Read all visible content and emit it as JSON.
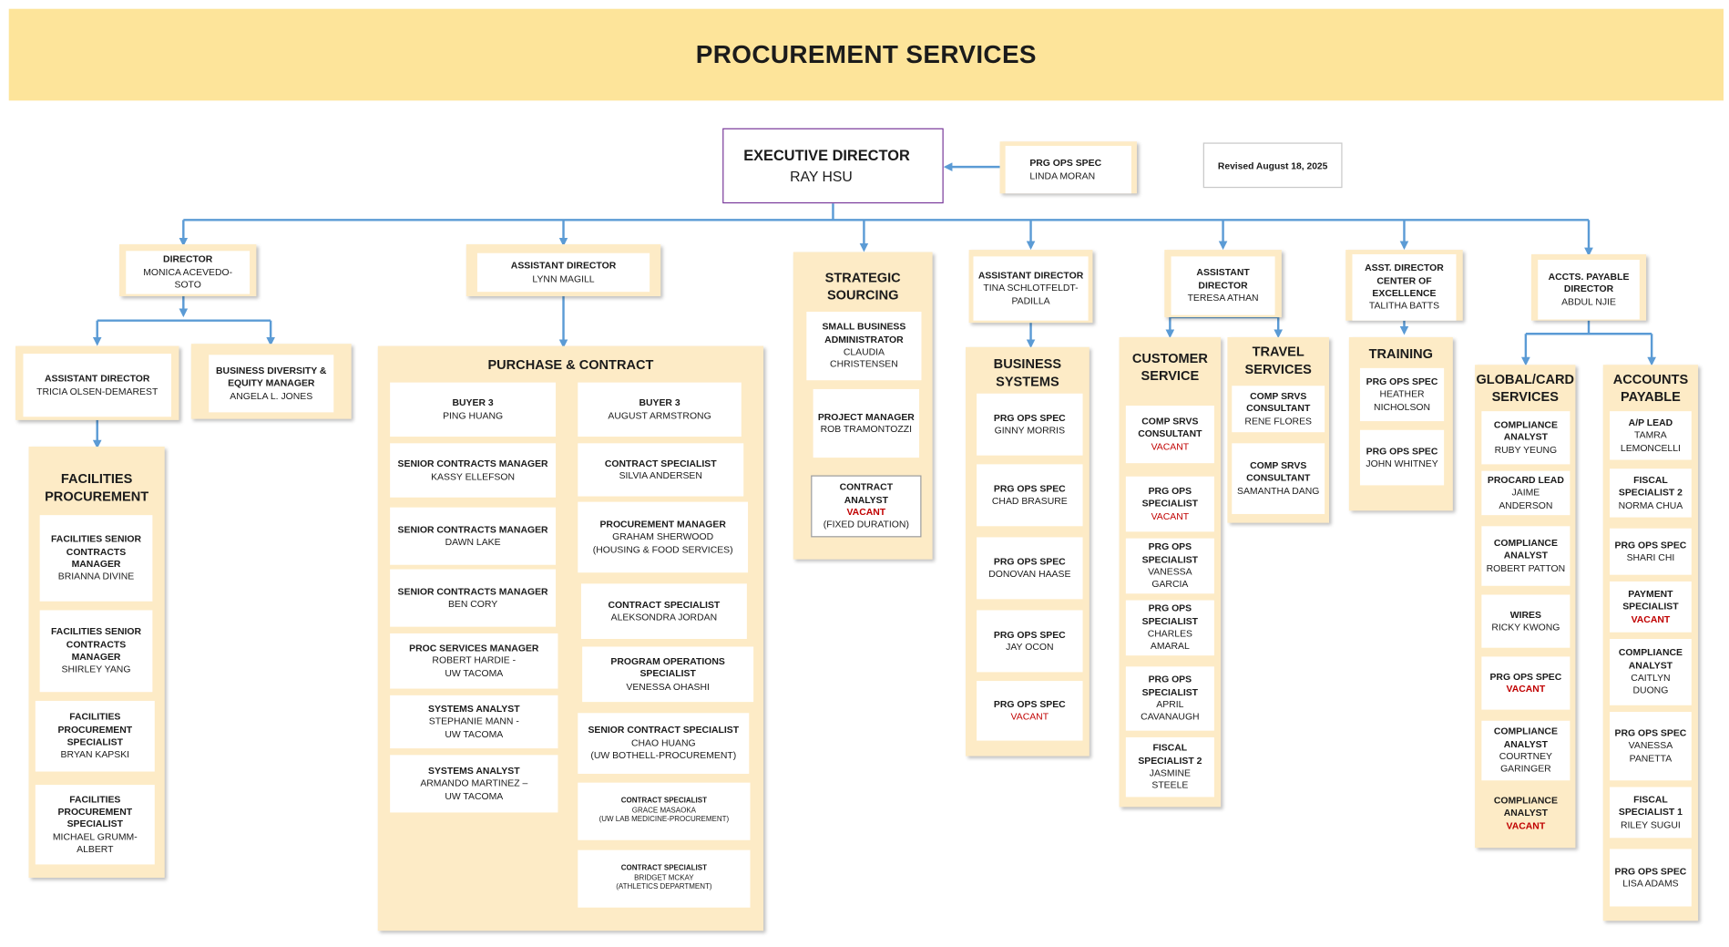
{
  "title": "PROCUREMENT SERVICES",
  "revised": "Revised August 18, 2025",
  "executive": {
    "title": "EXECUTIVE DIRECTOR",
    "name": "RAY HSU"
  },
  "exec_support": {
    "title": "PRG OPS SPEC",
    "name": "LINDA MORAN"
  },
  "colors": {
    "banner": "#fde49a",
    "panel": "#fdebc6",
    "connector": "#5b9bd5",
    "exec_border": "#7a3b9b",
    "vacant": "#c00000"
  },
  "director": {
    "title": "DIRECTOR",
    "name": "MONICA ACEVEDO-SOTO"
  },
  "director_reports": [
    {
      "title": "ASSISTANT DIRECTOR",
      "name": "TRICIA OLSEN-DEMAREST"
    },
    {
      "title": "BUSINESS DIVERSITY & EQUITY MANAGER",
      "name": "ANGELA L. JONES"
    }
  ],
  "facilities": {
    "title": "FACILITIES PROCUREMENT",
    "members": [
      {
        "title": "FACILITIES SENIOR CONTRACTS MANAGER",
        "name": "BRIANNA DIVINE"
      },
      {
        "title": "FACILITIES SENIOR CONTRACTS MANAGER",
        "name": "SHIRLEY YANG"
      },
      {
        "title": "FACILITIES PROCUREMENT SPECIALIST",
        "name": "BRYAN KAPSKI"
      },
      {
        "title": "FACILITIES PROCUREMENT SPECIALIST",
        "name": "MICHAEL GRUMM-ALBERT"
      }
    ]
  },
  "asst_dir_purchase": {
    "title": "ASSISTANT DIRECTOR",
    "name": "LYNN MAGILL"
  },
  "purchase": {
    "title": "PURCHASE & CONTRACT",
    "left": [
      {
        "title": "BUYER 3",
        "name": "PING HUANG"
      },
      {
        "title": "SENIOR CONTRACTS MANAGER",
        "name": "KASSY ELLEFSON"
      },
      {
        "title": "SENIOR CONTRACTS MANAGER",
        "name": "DAWN LAKE"
      },
      {
        "title": "SENIOR CONTRACTS MANAGER",
        "name": "BEN CORY"
      },
      {
        "title": "PROC SERVICES MANAGER",
        "name": "ROBERT HARDIE -",
        "name2": "UW TACOMA"
      },
      {
        "title": "SYSTEMS ANALYST",
        "name": "STEPHANIE MANN -",
        "name2": "UW TACOMA"
      },
      {
        "title": "SYSTEMS ANALYST",
        "name": "ARMANDO MARTINEZ –",
        "name2": "UW TACOMA"
      }
    ],
    "right": [
      {
        "title": "BUYER 3",
        "name": "AUGUST ARMSTRONG"
      },
      {
        "title": "CONTRACT SPECIALIST",
        "name": "SILVIA ANDERSEN"
      },
      {
        "title": "PROCUREMENT MANAGER",
        "name": "GRAHAM SHERWOOD",
        "name2": "(HOUSING & FOOD SERVICES)"
      },
      {
        "title": "CONTRACT SPECIALIST",
        "name": "ALEKSONDRA JORDAN"
      },
      {
        "title": "PROGRAM OPERATIONS SPECIALIST",
        "name": "VENESSA OHASHI"
      },
      {
        "title": "SENIOR CONTRACT SPECIALIST",
        "name": "CHAO HUANG",
        "name2": "(UW BOTHELL-PROCUREMENT)"
      },
      {
        "title": "CONTRACT SPECIALIST",
        "name": "GRACE MASAOKA",
        "name2": "(UW LAB MEDICINE-PROCUREMENT)"
      },
      {
        "title": "CONTRACT SPECIALIST",
        "name": "BRIDGET MCKAY",
        "name2": "(ATHLETICS DEPARTMENT)"
      }
    ]
  },
  "strategic": {
    "title": "STRATEGIC SOURCING",
    "members": [
      {
        "title": "SMALL BUSINESS ADMINISTRATOR",
        "name": "CLAUDIA CHRISTENSEN"
      },
      {
        "title": "PROJECT MANAGER",
        "name": "ROB TRAMONTOZZI"
      },
      {
        "title": "CONTRACT ANALYST",
        "vacant": "VACANT",
        "name2": "(FIXED DURATION)"
      }
    ]
  },
  "asst_dir_business": {
    "title": "ASSISTANT DIRECTOR",
    "name": "TINA SCHLOTFELDT-PADILLA"
  },
  "business": {
    "title": "BUSINESS SYSTEMS",
    "members": [
      {
        "title": "PRG OPS SPEC",
        "name": "GINNY MORRIS"
      },
      {
        "title": "PRG OPS SPEC",
        "name": "CHAD BRASURE"
      },
      {
        "title": "PRG OPS SPEC",
        "name": "DONOVAN HAASE"
      },
      {
        "title": "PRG OPS SPEC",
        "name": "JAY OCON"
      },
      {
        "title": "PRG OPS SPEC",
        "vacant": "VACANT"
      }
    ]
  },
  "asst_dir_customer": {
    "title": "ASSISTANT DIRECTOR",
    "name": "TERESA ATHAN"
  },
  "customer": {
    "title": "CUSTOMER SERVICE",
    "members": [
      {
        "title": "COMP SRVS CONSULTANT",
        "vacant": "VACANT"
      },
      {
        "title": "PRG OPS SPECIALIST",
        "vacant": "VACANT"
      },
      {
        "title": "PRG OPS SPECIALIST",
        "name": "VANESSA GARCIA"
      },
      {
        "title": "PRG OPS SPECIALIST",
        "name": "CHARLES AMARAL"
      },
      {
        "title": "PRG OPS SPECIALIST",
        "name": "APRIL CAVANAUGH"
      },
      {
        "title": "FISCAL SPECIALIST 2",
        "name": "JASMINE STEELE"
      }
    ]
  },
  "travel": {
    "title": "TRAVEL SERVICES",
    "members": [
      {
        "title": "COMP SRVS CONSULTANT",
        "name": "RENE FLORES"
      },
      {
        "title": "COMP SRVS CONSULTANT",
        "name": "SAMANTHA DANG"
      }
    ]
  },
  "asst_dir_coe": {
    "title": "ASST. DIRECTOR CENTER OF EXCELLENCE",
    "name": "TALITHA BATTS"
  },
  "training": {
    "title": "TRAINING",
    "members": [
      {
        "title": "PRG OPS SPEC",
        "name": "HEATHER NICHOLSON"
      },
      {
        "title": "PRG OPS SPEC",
        "name": "JOHN WHITNEY"
      }
    ]
  },
  "ap_director": {
    "title": "ACCTS. PAYABLE DIRECTOR",
    "name": "ABDUL NJIE"
  },
  "global": {
    "title": "GLOBAL/CARD SERVICES",
    "members": [
      {
        "title": "COMPLIANCE ANALYST",
        "name": "RUBY YEUNG"
      },
      {
        "title": "PROCARD LEAD",
        "name": "JAIME ANDERSON"
      },
      {
        "title": "COMPLIANCE ANALYST",
        "name": "ROBERT PATTON"
      },
      {
        "title": "WIRES",
        "name": "RICKY KWONG"
      },
      {
        "title": "PRG OPS SPEC",
        "vacant": "VACANT"
      },
      {
        "title": "COMPLIANCE ANALYST",
        "name": "COURTNEY GARINGER"
      },
      {
        "title": "COMPLIANCE ANALYST",
        "vacant": "VACANT"
      }
    ]
  },
  "payable": {
    "title": "ACCOUNTS PAYABLE",
    "members": [
      {
        "title": "A/P LEAD",
        "name": "TAMRA LEMONCELLI"
      },
      {
        "title": "FISCAL SPECIALIST 2",
        "name": "NORMA CHUA"
      },
      {
        "title": "PRG OPS SPEC",
        "name": "SHARI CHI"
      },
      {
        "title": "PAYMENT SPECIALIST",
        "vacant": "VACANT"
      },
      {
        "title": "COMPLIANCE ANALYST",
        "name": "CAITLYN DUONG"
      },
      {
        "title": "PRG OPS SPEC",
        "name": "VANESSA PANETTA"
      },
      {
        "title": "FISCAL SPECIALIST 1",
        "name": "RILEY SUGUI"
      },
      {
        "title": "PRG OPS SPEC",
        "name": "LISA ADAMS"
      }
    ]
  }
}
